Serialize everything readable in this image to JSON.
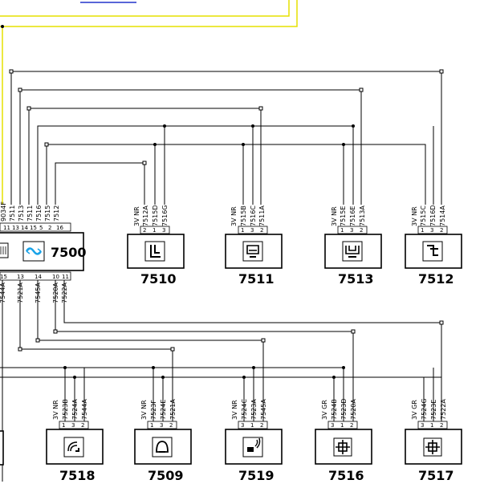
{
  "ecu": {
    "id": "7500"
  },
  "top_pins": [
    "11",
    "13",
    "14",
    "15",
    "5",
    "2",
    "16"
  ],
  "top_wires": [
    "9034F",
    "7511",
    "7513",
    "7511",
    "7516",
    "7515",
    "7512"
  ],
  "bottom_pins": [
    "15",
    "13",
    "14",
    "10",
    "11"
  ],
  "bottom_wires": [
    "7544A",
    "7521A",
    "7545A",
    "7520A",
    "7522A"
  ],
  "upper_modules": [
    {
      "id": "7510",
      "pins": [
        "2",
        "1",
        "3"
      ],
      "wires": [
        "3V NR",
        "7512A",
        "7515D",
        "7516G"
      ]
    },
    {
      "id": "7511",
      "pins": [
        "1",
        "3",
        "2"
      ],
      "wires": [
        "3V NR",
        "7515B",
        "7516C",
        "7511A"
      ]
    },
    {
      "id": "7513",
      "pins": [
        "1",
        "3",
        "2"
      ],
      "wires": [
        "3V NR",
        "7515E",
        "7516E",
        "7513A"
      ]
    },
    {
      "id": "7512",
      "pins": [
        "1",
        "3",
        "2"
      ],
      "wires": [
        "3V NR",
        "7515C",
        "7516D",
        "7514A"
      ]
    }
  ],
  "lower_modules": [
    {
      "id": "7518",
      "pins": [
        "1",
        "3",
        "2"
      ],
      "wires": [
        "3V NR",
        "7523B",
        "7524A",
        "7544A"
      ]
    },
    {
      "id": "7509",
      "pins": [
        "1",
        "3",
        "2"
      ],
      "wires": [
        "3V NR",
        "7523F",
        "7524E",
        "7521A"
      ]
    },
    {
      "id": "7519",
      "pins": [
        "3",
        "1",
        "2"
      ],
      "wires": [
        "3V NR",
        "7524C",
        "7523A",
        "7545A"
      ]
    },
    {
      "id": "7516",
      "pins": [
        "3",
        "1",
        "2"
      ],
      "wires": [
        "3V GR",
        "7524B",
        "7523D",
        "7520A"
      ]
    },
    {
      "id": "7517",
      "pins": [
        "3",
        "1",
        "2"
      ],
      "wires": [
        "3V GR",
        "7524G",
        "7523E",
        "7522A"
      ]
    }
  ],
  "icons": [
    "ecu-icon",
    "door-sensor-icon",
    "bumper-sensor-icon",
    "rear-sensor-icon",
    "side-sensor-icon",
    "wave-sensor-icon",
    "dome-sensor-icon",
    "parking-sensor-icon",
    "motor-icon"
  ],
  "colors": {
    "wire": "#000000",
    "feed_wire": "#e6e000",
    "link_wire": "#2233cc"
  }
}
